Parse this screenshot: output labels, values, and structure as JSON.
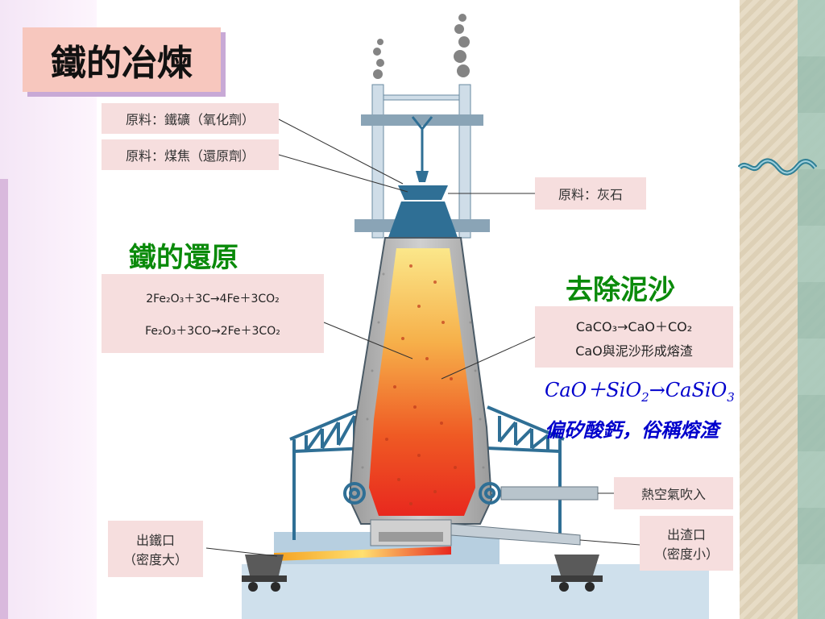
{
  "title": "鐵的冶煉",
  "labels": {
    "ore": "原料：鐵礦（氧化劑）",
    "coke": "原料：煤焦（還原劑）",
    "limestone": "原料：灰石",
    "hot_air": "熱空氣吹入",
    "iron_outlet_line1": "出鐵口",
    "iron_outlet_line2": "（密度大）",
    "slag_outlet_line1": "出渣口",
    "slag_outlet_line2": "（密度小）"
  },
  "reduction": {
    "heading": "鐵的還原",
    "eq1": "2Fe₂O₃＋3C→4Fe＋3CO₂",
    "eq2": "Fe₂O₃＋3CO→2Fe＋3CO₂"
  },
  "sand_removal": {
    "heading": "去除泥沙",
    "eq1": "CaCO₃→CaO＋CO₂",
    "eq2": "CaO與泥沙形成熔渣"
  },
  "slag_note": {
    "eq_a": "CaO＋SiO",
    "eq_a_sub": "2",
    "eq_arrow": "→CaSiO",
    "eq_b_sub": "3",
    "description": "偏矽酸鈣，俗稱熔渣"
  },
  "colors": {
    "green_heading": "#0a8a0a",
    "blue_note": "#0000cc",
    "label_bg": "#f6dede",
    "title_bg": "#f7c7be",
    "steel_blue": "#2f6f95",
    "molten_top": "#fbe78a",
    "molten_bottom": "#e8281e"
  }
}
